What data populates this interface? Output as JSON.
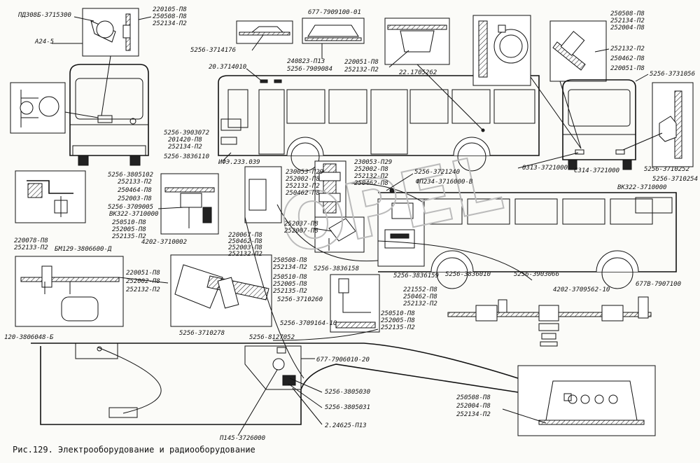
{
  "caption": "Рис.129. Электрооборудование и радиооборудование",
  "watermark": "OPEL",
  "labels": [
    "ПД308Б-3715300",
    "А24-5",
    "220105-П8",
    "250508-П8",
    "252134-П2",
    "677-7909100-01",
    "240823-П13",
    "5256-7909084",
    "5256-3714176",
    "20.3714010",
    "220051-П8",
    "252132-П2",
    "22.1705262",
    "250508-П8",
    "252134-П2",
    "252004-П8",
    "252132-П2",
    "250462-П8",
    "220051-П8",
    "5256-3731056",
    "5256-3903072",
    "201420-П8",
    "252134-П2",
    "5256-3836110",
    "ИФЭ.233.039",
    "0313-3721000",
    "С314-3721000",
    "5256-3710252",
    "5256-3710254",
    "ВК322-3710000",
    "5256-3805102",
    "252133-П2",
    "250464-П8",
    "252003-П8",
    "5256-3709005",
    "ВК322-3710000",
    "250510-П8",
    "252005-П8",
    "252135-П2",
    "230053-П29",
    "252002-П8",
    "252132-П2",
    "250462-П8",
    "230053-П29",
    "252002-П8",
    "252132-П2",
    "250462-П8",
    "5256-3721240",
    "ФП234-3716000-В",
    "252037-П8",
    "252007-П8",
    "220078-П8",
    "252133-П2",
    "БМ129-3806600-Д",
    "4202-3710002",
    "220067-П8",
    "250462-П8",
    "252003-П8",
    "252132-П2",
    "220051-П8",
    "252002-П8",
    "252132-П2",
    "250508-П8",
    "252134-П2",
    "250510-П8",
    "252005-П8",
    "252135-П2",
    "5256-3710260",
    "5256-3836158",
    "5256-3836159",
    "5256-3836010",
    "5256-3903066",
    "221552-П8",
    "250462-П8",
    "252132-П2",
    "4202-3709562-10",
    "677В-7907100",
    "250510-П8",
    "252005-П8",
    "252135-П2",
    "120-3806048-Б",
    "5256-3710278",
    "5256-8127052",
    "5256-3709164-10",
    "677-7906010-20",
    "5256-3805030",
    "5256-3805031",
    "2.24625-П13",
    "П145-3726000",
    "250508-П8",
    "252004-П8",
    "252134-П2"
  ]
}
